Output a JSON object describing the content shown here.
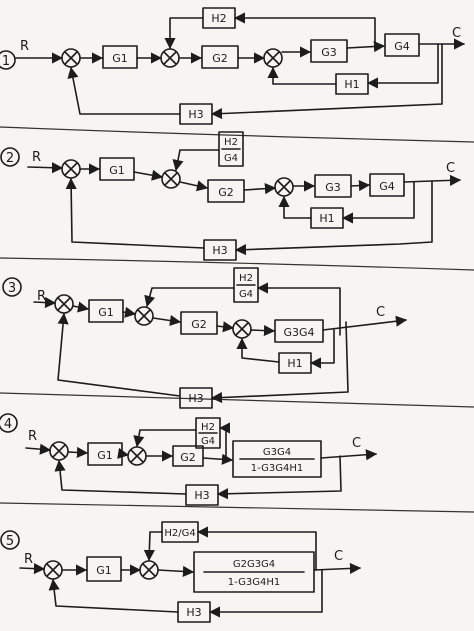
{
  "steps": [
    {
      "number": "1",
      "signals": {
        "input": "R",
        "output": "C"
      },
      "blocks": {
        "g1": "G1",
        "g2": "G2",
        "g3": "G3",
        "g4": "G4",
        "h1": "H1",
        "h2": "H2",
        "h3": "H3"
      }
    },
    {
      "number": "2",
      "signals": {
        "input": "R",
        "output": "C"
      },
      "blocks": {
        "g1": "G1",
        "h2_num": "H2",
        "h2_den": "G4",
        "g2": "G2",
        "g3": "G3",
        "g4": "G4",
        "h1": "H1",
        "h3": "H3"
      }
    },
    {
      "number": "3",
      "signals": {
        "input": "R",
        "output": "C"
      },
      "blocks": {
        "g1": "G1",
        "h2_num": "H2",
        "h2_den": "G4",
        "g2": "G2",
        "g34": "G3G4",
        "h1": "H1",
        "h3": "H3"
      }
    },
    {
      "number": "4",
      "signals": {
        "input": "R",
        "output": "C"
      },
      "blocks": {
        "g1": "G1",
        "h2_num": "H2",
        "h2_den": "G4",
        "g2": "G2",
        "tf_num": "G3G4",
        "tf_den": "1-G3G4H1",
        "h3": "H3"
      }
    },
    {
      "number": "5",
      "signals": {
        "input": "R",
        "output": "C"
      },
      "blocks": {
        "g1": "G1",
        "h2": "H2/G4",
        "tf_num": "G2G3G4",
        "tf_den": "1-G3G4H1",
        "h3": "H3"
      }
    }
  ]
}
